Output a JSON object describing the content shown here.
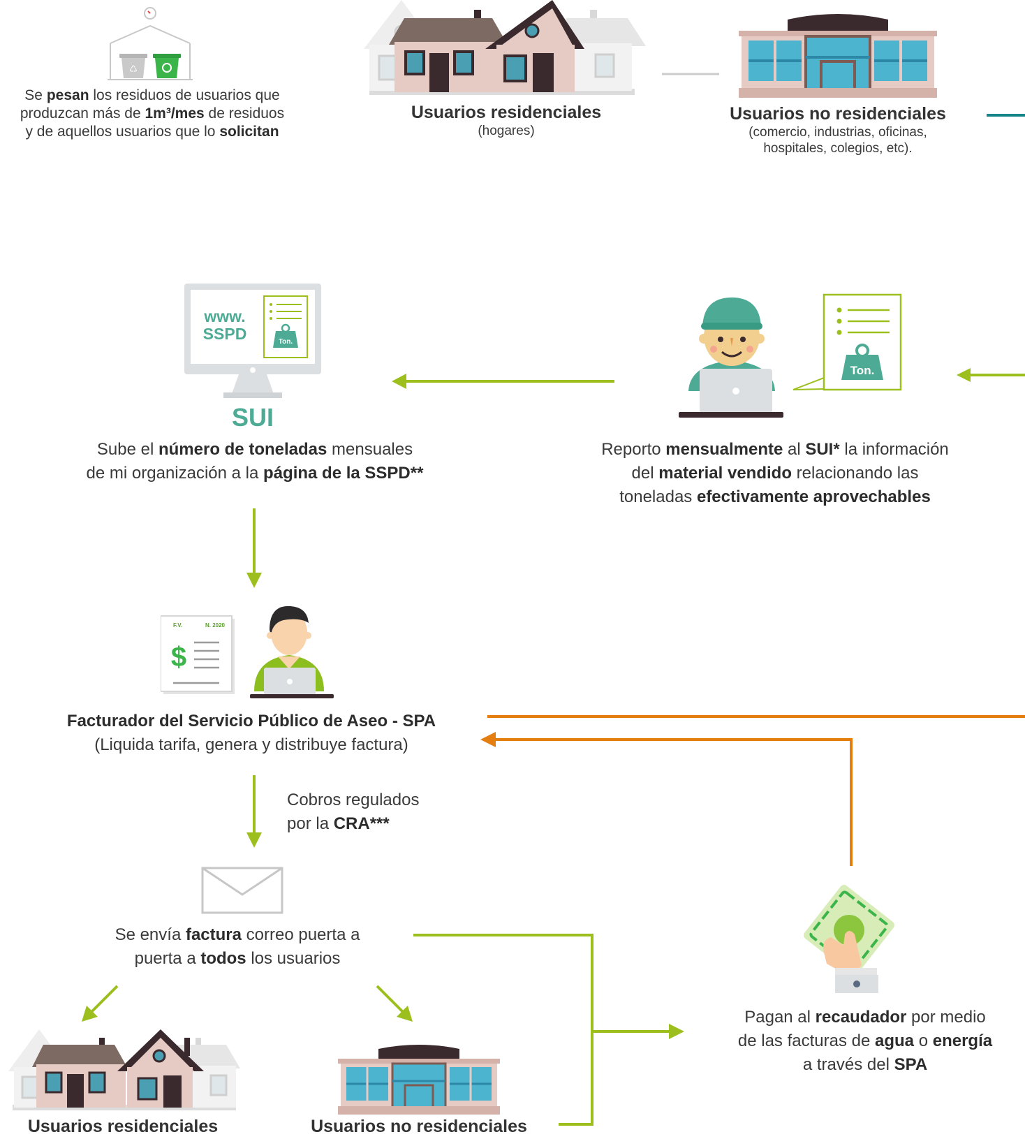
{
  "weigh": {
    "line1": [
      "Se ",
      "pesan",
      " los residuos de usuarios que"
    ],
    "line2": [
      "produzcan más de ",
      "1m³/mes",
      " de residuos"
    ],
    "line3": [
      "y de aquellos usuarios que lo ",
      "solicitan"
    ]
  },
  "top_residential": {
    "title": "Usuarios residenciales",
    "subtitle": "(hogares)"
  },
  "top_nonresidential": {
    "title": "Usuarios no residenciales",
    "subtitle_line1": "(comercio, industrias, oficinas,",
    "subtitle_line2": "hospitales, colegios, etc)."
  },
  "monitor": {
    "www": "www.",
    "sspd": "SSPD",
    "ton": "Ton."
  },
  "sui": {
    "title": "SUI",
    "line1": [
      "Sube el ",
      "número de toneladas",
      " mensuales"
    ],
    "line2": [
      "de mi organización a la ",
      "página de la SSPD**"
    ]
  },
  "report": {
    "ton": "Ton.",
    "line1": [
      "Reporto ",
      "mensualmente",
      " al ",
      "SUI*",
      " la información"
    ],
    "line2": [
      "del ",
      "material vendido",
      " relacionando las"
    ],
    "line3": [
      "toneladas ",
      "efectivamente aprovechables"
    ]
  },
  "invoice": {
    "fv": "F.V.",
    "num": "N. 2020",
    "dollar": "$"
  },
  "billing": {
    "title": "Facturador del Servicio Público de Aseo - SPA",
    "subtitle": "(Liquida tarifa, genera y distribuye factura)"
  },
  "cra": {
    "line1": "Cobros regulados",
    "line2": [
      "por la ",
      "CRA***"
    ]
  },
  "mail": {
    "line1": [
      "Se envía ",
      "factura",
      " correo puerta a"
    ],
    "line2": [
      "puerta a ",
      "todos",
      " los usuarios"
    ]
  },
  "pay": {
    "line1": [
      "Pagan al ",
      "recaudador",
      " por medio"
    ],
    "line2": [
      "de las facturas de ",
      "agua",
      " o ",
      "energía"
    ],
    "line3": [
      "a través del ",
      "SPA"
    ]
  },
  "bottom_residential": {
    "title": "Usuarios residenciales"
  },
  "bottom_nonresidential": {
    "title": "Usuarios no residenciales"
  },
  "colors": {
    "green": "#9dbf1e",
    "orange": "#e57e10",
    "teal": "#4dab95",
    "tealLine": "#17868b"
  }
}
